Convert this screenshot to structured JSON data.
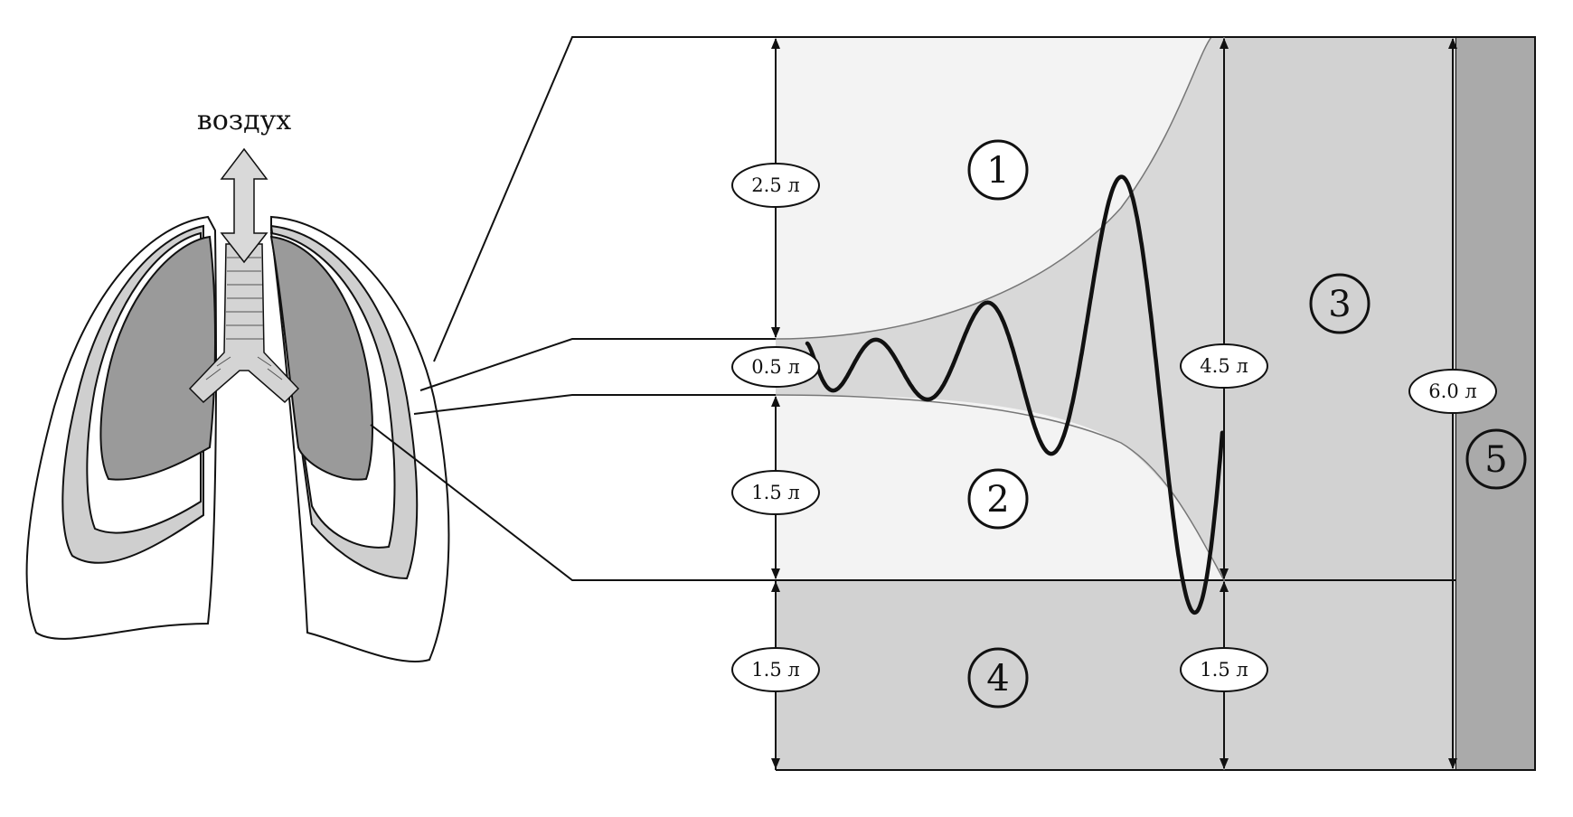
{
  "air_label": "воздух",
  "zones": [
    {
      "number": "1"
    },
    {
      "number": "2"
    },
    {
      "number": "3"
    },
    {
      "number": "4"
    },
    {
      "number": "5"
    }
  ],
  "volumes": {
    "inspiratory_reserve": "2.5 л",
    "tidal": "0.5 л",
    "expiratory_reserve": "1.5 л",
    "residual_left": "1.5 л",
    "vital_capacity": "4.5 л",
    "residual_right": "1.5 л",
    "total_capacity": "6.0 л"
  },
  "colors": {
    "light_fill": "#f3f3f3",
    "mid_fill": "#d2d2d2",
    "dark_fill": "#aaaaaa",
    "lung_fill": "#9a9a9a",
    "stroke": "#111111"
  }
}
